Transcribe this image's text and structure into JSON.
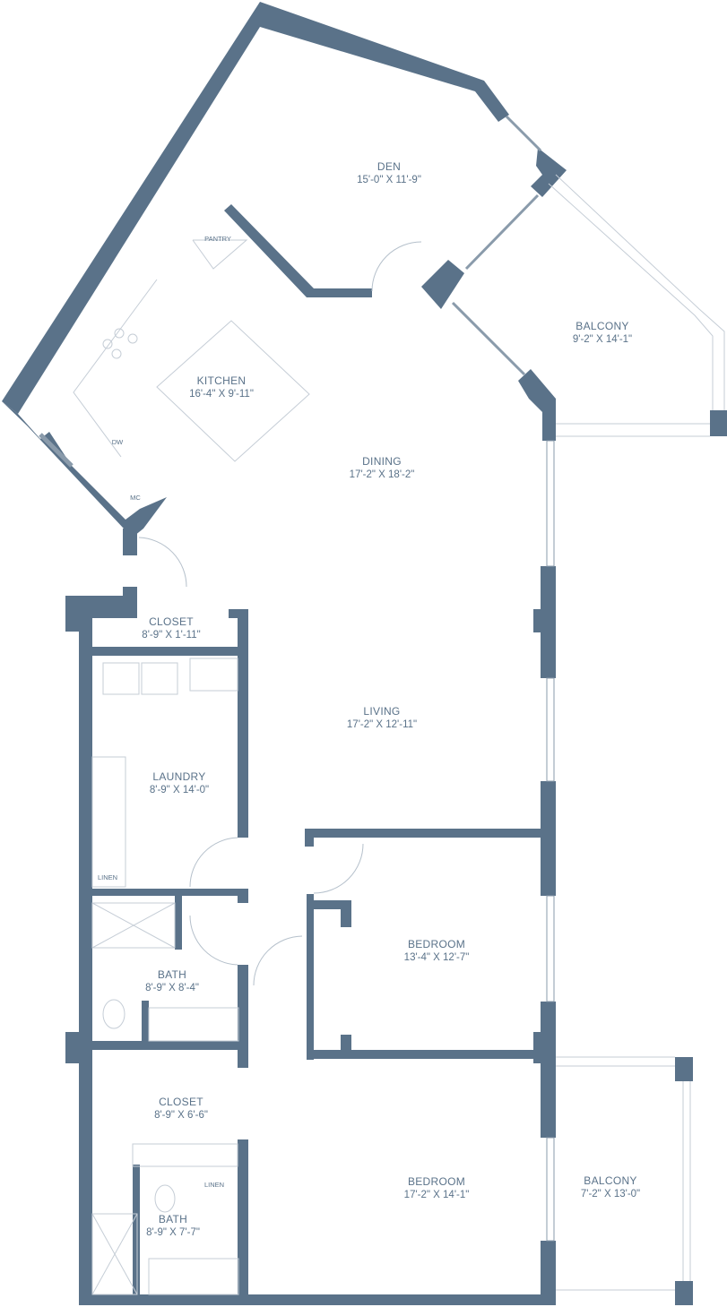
{
  "plan": {
    "wall_color": "#5a7289",
    "rooms": [
      {
        "name": "DEN",
        "dims": "15'-0\" X 11'-9\""
      },
      {
        "name": "BALCONY",
        "dims": "9'-2\" X 14'-1\""
      },
      {
        "name": "KITCHEN",
        "dims": "16'-4\" X 9'-11\""
      },
      {
        "name": "DINING",
        "dims": "17'-2\" X 18'-2\""
      },
      {
        "name": "CLOSET",
        "dims": "8'-9\" X 1'-11\""
      },
      {
        "name": "LIVING",
        "dims": "17'-2\" X 12'-11\""
      },
      {
        "name": "LAUNDRY",
        "dims": "8'-9\" X 14'-0\""
      },
      {
        "name": "BEDROOM",
        "dims": "13'-4\" X 12'-7\""
      },
      {
        "name": "BATH",
        "dims": "8'-9\" X 8'-4\""
      },
      {
        "name": "CLOSET",
        "dims": "8'-9\" X 6'-6\""
      },
      {
        "name": "BEDROOM",
        "dims": "17'-2\" X 14'-1\""
      },
      {
        "name": "BALCONY",
        "dims": "7'-2\" X 13'-0\""
      },
      {
        "name": "BATH",
        "dims": "8'-9\" X 7'-7\""
      }
    ],
    "fixtures": {
      "pantry": "PANTRY",
      "dishwasher": "DW",
      "microwave": "MC",
      "linen_1": "LINEN",
      "linen_2": "LINEN"
    }
  }
}
